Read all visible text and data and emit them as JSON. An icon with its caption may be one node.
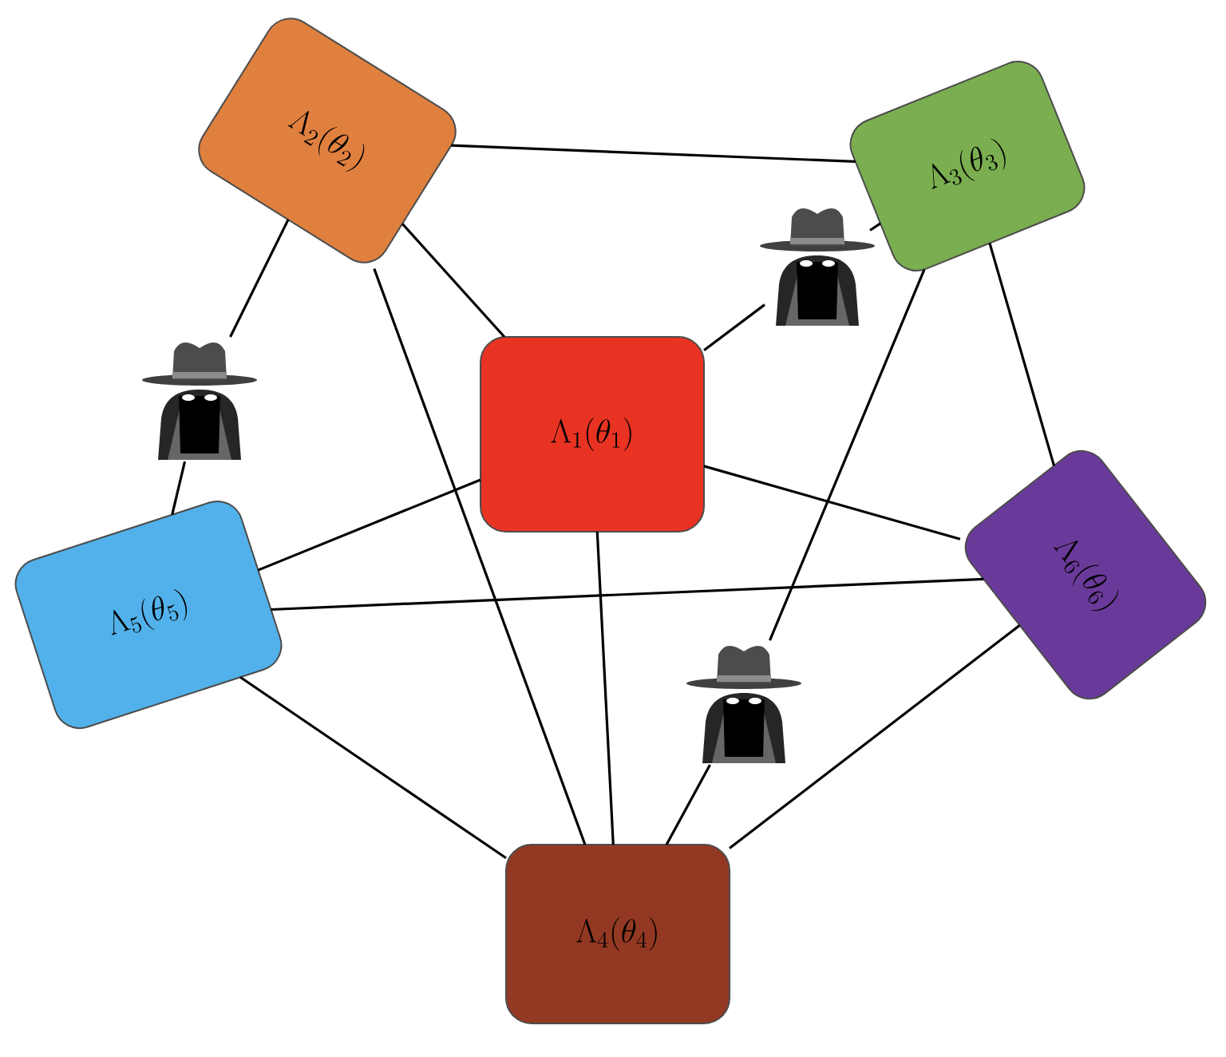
{
  "diagram": {
    "nodes": [
      {
        "text": [
          "\\Lambda_{2}(\\theta_{2})"
        ]
      },
      {
        "text": [
          "\\Lambda_{3}(\\theta_{3})"
        ]
      },
      {
        "text": [],
        "shape": "person"
      },
      {
        "text": [],
        "shape": "person"
      },
      {
        "text": [
          "\\Lambda_{1}(\\theta_{1})"
        ]
      },
      {
        "text": [
          "\\Lambda_{6}(\\theta_{6})"
        ]
      },
      {
        "text": [
          "\\Lambda_{5}(\\theta_{5})"
        ]
      },
      {
        "text": [],
        "shape": "person"
      },
      {
        "text": [
          "\\Lambda_{4}(\\theta_{4})"
        ]
      }
    ],
    "edges": [
      {
        "from": 0,
        "to": 1,
        "arrow": "none"
      },
      {
        "from": 0,
        "to": 4,
        "arrow": "none"
      },
      {
        "from": 0,
        "to": 3,
        "arrow": "none"
      },
      {
        "from": 3,
        "to": 6,
        "arrow": "none"
      },
      {
        "from": 0,
        "to": 8,
        "arrow": "none"
      },
      {
        "from": 1,
        "to": 2,
        "arrow": "none"
      },
      {
        "from": 2,
        "to": 4,
        "arrow": "none"
      },
      {
        "from": 1,
        "to": 7,
        "arrow": "none"
      },
      {
        "from": 7,
        "to": 8,
        "arrow": "none"
      },
      {
        "from": 1,
        "to": 5,
        "arrow": "none"
      },
      {
        "from": 4,
        "to": 6,
        "arrow": "none"
      },
      {
        "from": 4,
        "to": 8,
        "arrow": "none"
      },
      {
        "from": 4,
        "to": 5,
        "arrow": "none"
      },
      {
        "from": 6,
        "to": 5,
        "arrow": "none"
      },
      {
        "from": 6,
        "to": 8,
        "arrow": "none"
      },
      {
        "from": 5,
        "to": 8,
        "arrow": "none"
      }
    ]
  }
}
